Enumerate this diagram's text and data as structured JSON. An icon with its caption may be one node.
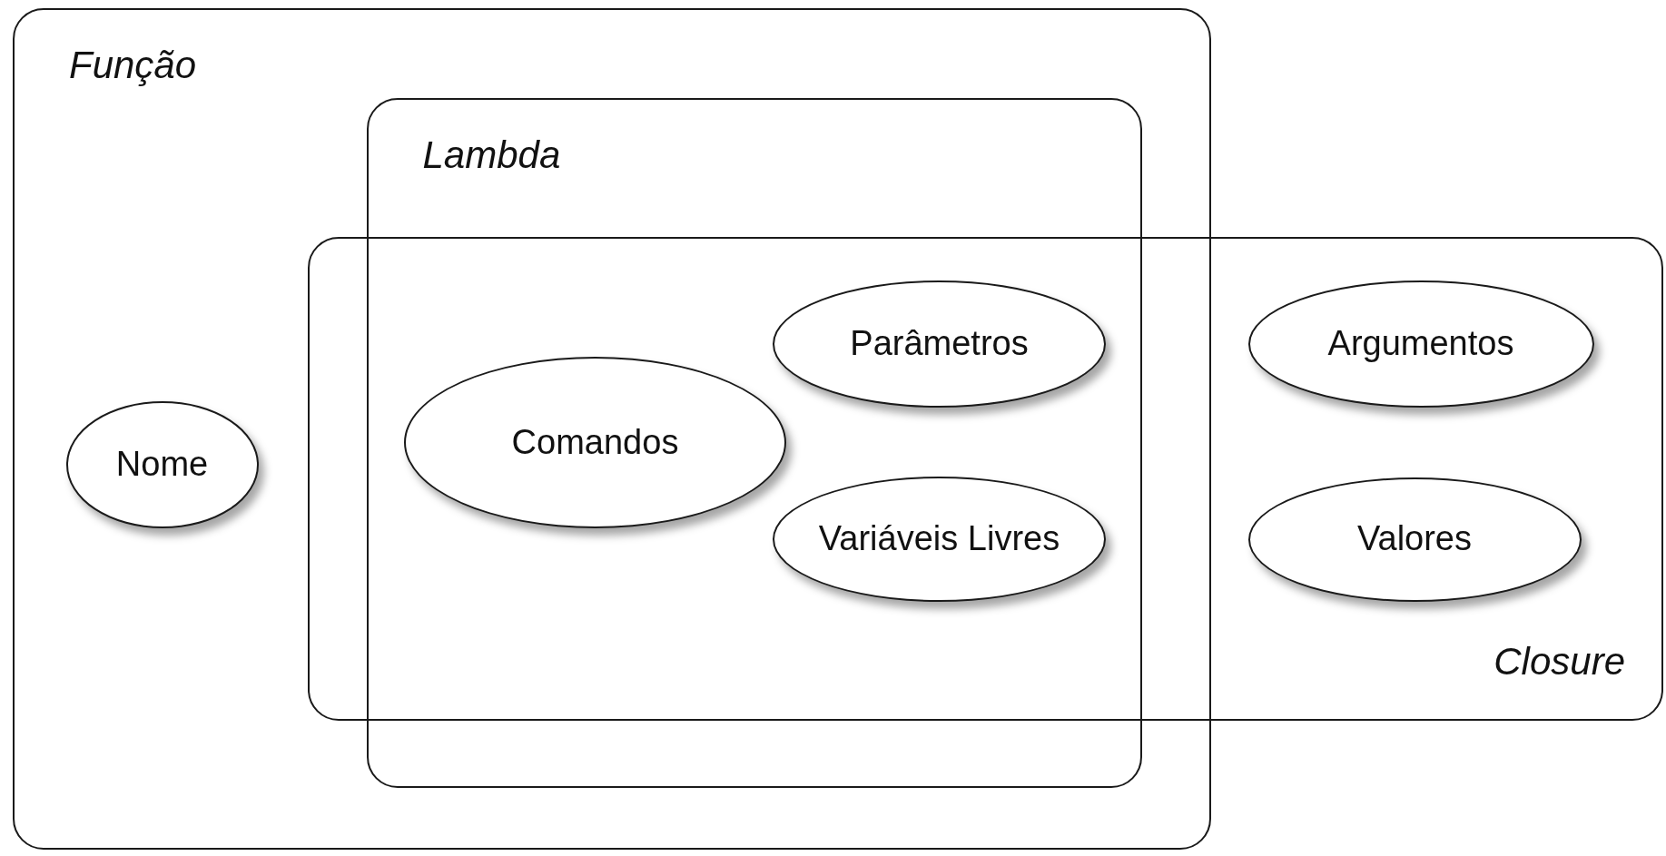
{
  "diagram": {
    "nodes": [
      {
        "text": [
          "Função"
        ]
      },
      {
        "text": [
          "Lambda"
        ],
        "in": 0
      },
      {
        "text": [
          "Closure"
        ]
      },
      {
        "text": [
          "Nome"
        ],
        "in": 0
      },
      {
        "text": [
          "Comandos"
        ]
      },
      {
        "text": [
          "Parâmetros"
        ]
      },
      {
        "text": [
          "Variáveis Livres"
        ]
      },
      {
        "text": [
          "Argumentos"
        ],
        "in": 2
      },
      {
        "text": [
          "Valores"
        ],
        "in": 2
      }
    ]
  }
}
